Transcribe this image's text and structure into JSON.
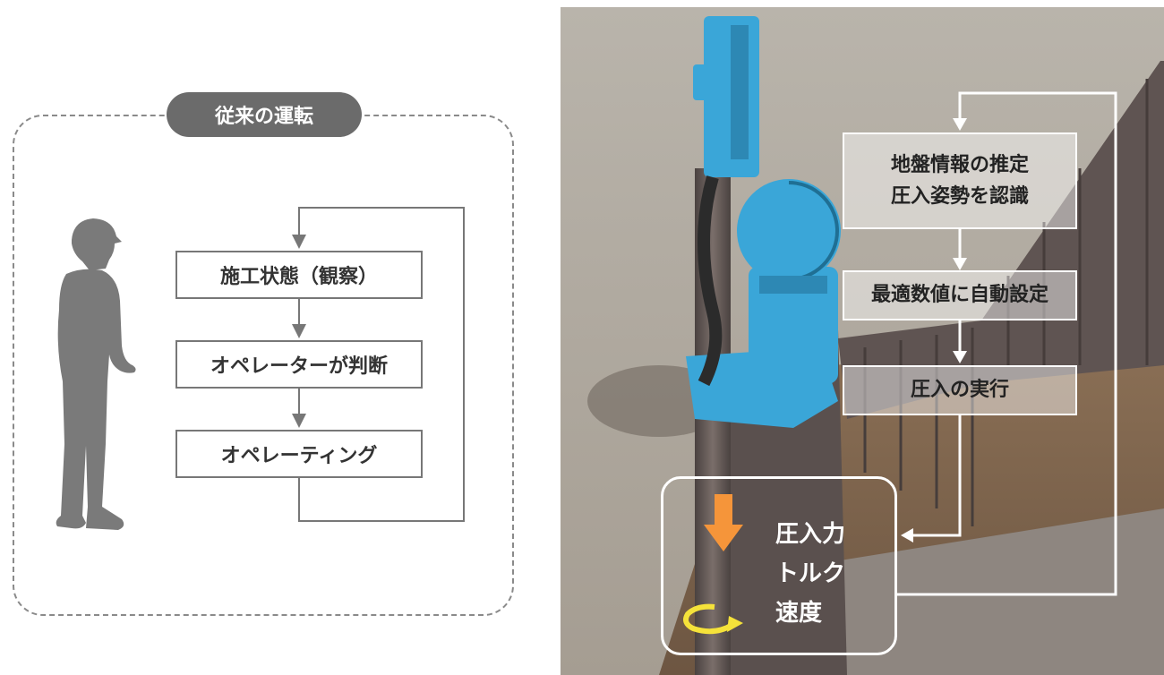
{
  "left_panel": {
    "title": "従来の運転",
    "steps": [
      "施工状態（観察）",
      "オペレーターが判断",
      "オペレーティング"
    ]
  },
  "right_panel": {
    "steps": [
      {
        "lines": [
          "地盤情報の推定",
          "圧入姿勢を認識"
        ]
      },
      {
        "lines": [
          "最適数値に自動設定"
        ]
      },
      {
        "lines": [
          "圧入の実行"
        ]
      }
    ],
    "metrics": [
      "圧入力",
      "トルク",
      "速度"
    ]
  },
  "colors": {
    "pill": "#6b6b6b",
    "machine": "#3aa6d8",
    "press_arrow": "#f5953a",
    "rotation_arrow": "#f5e23a",
    "person": "#7a7a7a"
  }
}
